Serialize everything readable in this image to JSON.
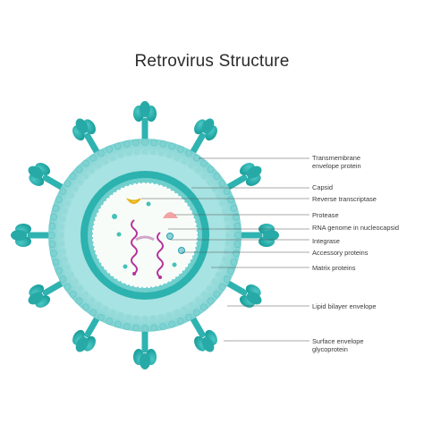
{
  "title": "Retrovirus Structure",
  "labels": [
    {
      "line1": "Transmembrane",
      "line2": "envelope protein"
    },
    {
      "line1": "Capsid",
      "line2": ""
    },
    {
      "line1": "Reverse transcriptase",
      "line2": ""
    },
    {
      "line1": "Protease",
      "line2": ""
    },
    {
      "line1": "RNA genome in nucleocapsid",
      "line2": ""
    },
    {
      "line1": "Integrase",
      "line2": ""
    },
    {
      "line1": "Accessory proteins",
      "line2": ""
    },
    {
      "line1": "Matrix proteins",
      "line2": ""
    },
    {
      "line1": "Lipid bilayer envelope",
      "line2": ""
    },
    {
      "line1": "Surface envelope",
      "line2": "glycoprotein"
    }
  ],
  "colors": {
    "envelope": "#8ed9d8",
    "spike": "#2fb3b0",
    "knob": "#22a6a3",
    "capsid": "#2ab0ad",
    "core": "#f6fbf7",
    "rna": "#b8329a",
    "protease": "#f2a3a5",
    "reverse_transcriptase": "#f4c430",
    "leader_line": "#555555"
  }
}
